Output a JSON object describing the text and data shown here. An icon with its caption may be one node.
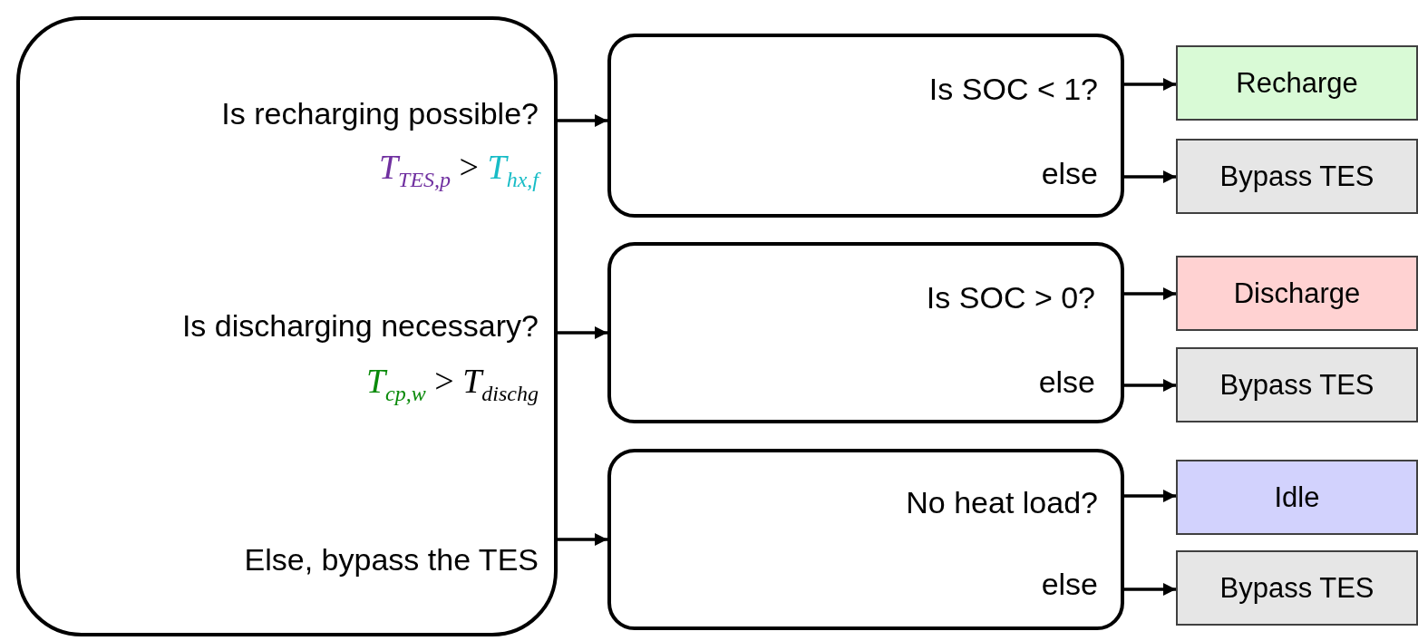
{
  "diagram": {
    "nodes": [
      {
        "text": [
          "Is recharging possible?",
          "*T*$_{TES,p}$ > *T*$_{hx,f}$",
          "Is discharging necessary?",
          "*T*$_{cp,w}$ > *T*$_{dischg}$",
          "Else, bypass the TES"
        ]
      },
      {
        "text": [
          "Is SOC < 1?",
          "else"
        ]
      },
      {
        "text": [
          "Recharge"
        ]
      },
      {
        "text": [
          "Bypass TES"
        ]
      },
      {
        "text": [
          "Is SOC > 0?",
          "else"
        ]
      },
      {
        "text": [
          "Discharge"
        ]
      },
      {
        "text": [
          "Bypass TES"
        ]
      },
      {
        "text": [
          "No heat load?",
          "else"
        ]
      },
      {
        "text": [
          "Idle"
        ]
      },
      {
        "text": [
          "Bypass TES"
        ]
      }
    ],
    "edges": [
      {
        "from": 0,
        "to": 1,
        "arrow": "to"
      },
      {
        "from": 0,
        "to": 4,
        "arrow": "to"
      },
      {
        "from": 0,
        "to": 7,
        "arrow": "to"
      },
      {
        "from": 1,
        "to": 2,
        "arrow": "to"
      },
      {
        "from": 1,
        "to": 3,
        "arrow": "to"
      },
      {
        "from": 4,
        "to": 5,
        "arrow": "to"
      },
      {
        "from": 4,
        "to": 6,
        "arrow": "to"
      },
      {
        "from": 7,
        "to": 8,
        "arrow": "to"
      },
      {
        "from": 7,
        "to": 9,
        "arrow": "to"
      }
    ]
  }
}
